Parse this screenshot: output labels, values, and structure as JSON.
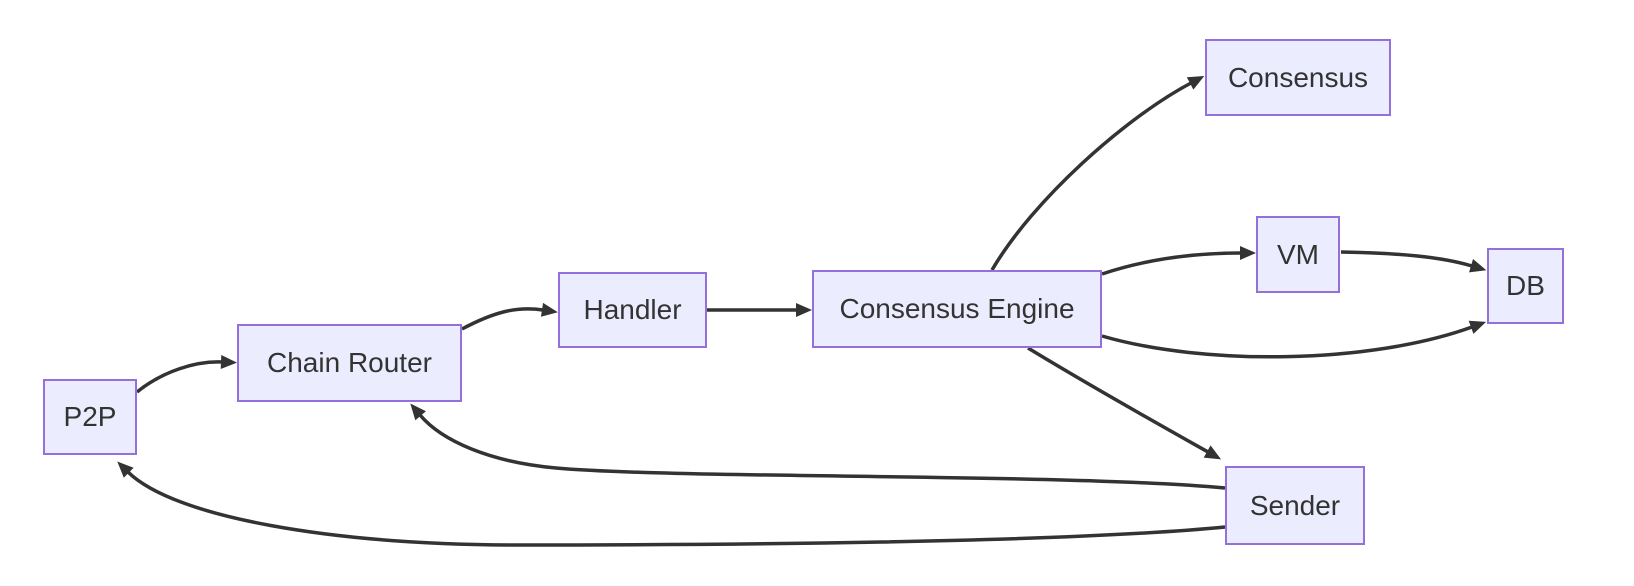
{
  "diagram": {
    "type": "flowchart",
    "direction": "left-to-right",
    "nodes": {
      "p2p": {
        "label": "P2P"
      },
      "chain_router": {
        "label": "Chain Router"
      },
      "handler": {
        "label": "Handler"
      },
      "consensus_engine": {
        "label": "Consensus Engine"
      },
      "consensus": {
        "label": "Consensus"
      },
      "vm": {
        "label": "VM"
      },
      "db": {
        "label": "DB"
      },
      "sender": {
        "label": "Sender"
      }
    },
    "edges": [
      {
        "from": "P2P",
        "to": "Chain Router"
      },
      {
        "from": "Chain Router",
        "to": "Handler"
      },
      {
        "from": "Handler",
        "to": "Consensus Engine"
      },
      {
        "from": "Consensus Engine",
        "to": "Consensus"
      },
      {
        "from": "Consensus Engine",
        "to": "VM"
      },
      {
        "from": "VM",
        "to": "DB"
      },
      {
        "from": "Consensus Engine",
        "to": "DB"
      },
      {
        "from": "Consensus Engine",
        "to": "Sender"
      },
      {
        "from": "Sender",
        "to": "Chain Router"
      },
      {
        "from": "Sender",
        "to": "P2P"
      }
    ]
  },
  "colors": {
    "node-fill": "#ECECFF",
    "node-border": "#9370DB",
    "edge-color": "#333333",
    "text-color": "#333333",
    "canvas-bg": "#FFFFFF"
  }
}
